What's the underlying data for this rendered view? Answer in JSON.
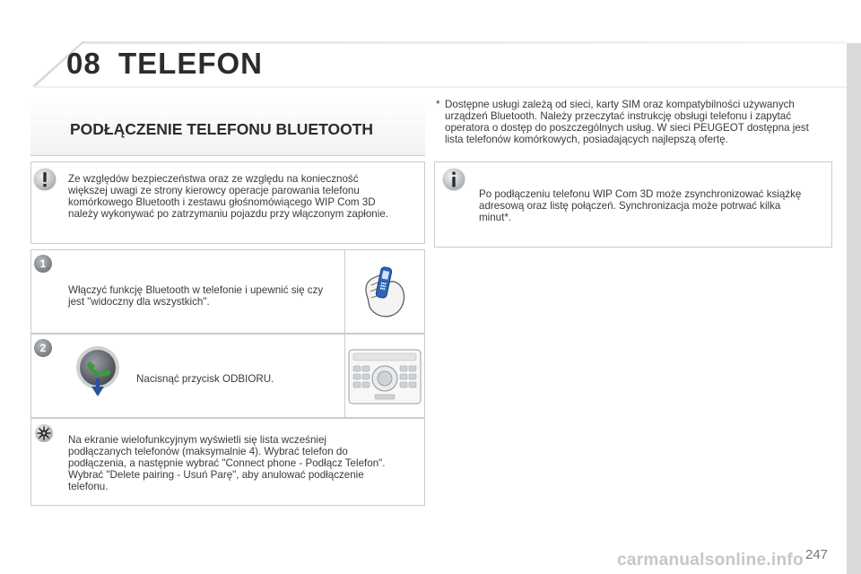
{
  "header": {
    "chapter_number": "08",
    "chapter_title": "TELEFON"
  },
  "section": {
    "title": "PODŁĄCZENIE TELEFONU BLUETOOTH"
  },
  "footnote": {
    "marker": "*",
    "text": "Dostępne usługi zależą od sieci, karty SIM oraz kompatybilności używanych urządzeń Bluetooth. Należy przeczytać instrukcję obsługi telefonu i zapytać operatora o dostęp do poszczególnych usług. W sieci PEUGEOT dostępna jest lista telefonów komórkowych, posiadających najlepszą ofertę."
  },
  "warning": {
    "icon": "warning-exclamation-icon",
    "text": "Ze względów bezpieczeństwa oraz ze względu na konieczność większej uwagi ze strony kierowcy operacje parowania telefonu komórkowego Bluetooth i zestawu głośnomówiącego WIP Com 3D należy wykonywać po zatrzymaniu pojazdu przy włączonym zapłonie."
  },
  "info": {
    "icon": "info-icon",
    "text": "Po podłączeniu telefonu WIP Com 3D może zsynchronizować książkę adresową oraz listę połączeń. Synchronizacja może potrwać kilka minut*."
  },
  "steps": [
    {
      "number": "1",
      "text": "Włączyć funkcję Bluetooth w telefonie i upewnić się czy jest \"widoczny dla wszystkich\".",
      "image": "phone-in-hand-icon"
    },
    {
      "number": "2",
      "text": "Nacisnąć przycisk ODBIORU.",
      "image": "radio-unit-icon",
      "button_icon": "phone-answer-button-icon"
    }
  ],
  "tip": {
    "icon": "gear-tip-icon",
    "text": "Na ekranie wielofunkcyjnym wyświetli się lista wcześniej podłączanych telefonów (maksymalnie 4). Wybrać telefon do podłączenia, a następnie wybrać \"Connect phone - Podłącz Telefon\". Wybrać \"Delete pairing - Usuń Parę\", aby anulować podłączenie telefonu."
  },
  "page_number": "247",
  "watermark": "carmanualsonline.info",
  "colors": {
    "heading": "#2a2d30",
    "border": "#c9cbcd",
    "side_bar": "#d7d9db",
    "badge": "#8a8e93",
    "answer_green": "#3c9a3c",
    "arrow_blue": "#2c4f9e"
  }
}
